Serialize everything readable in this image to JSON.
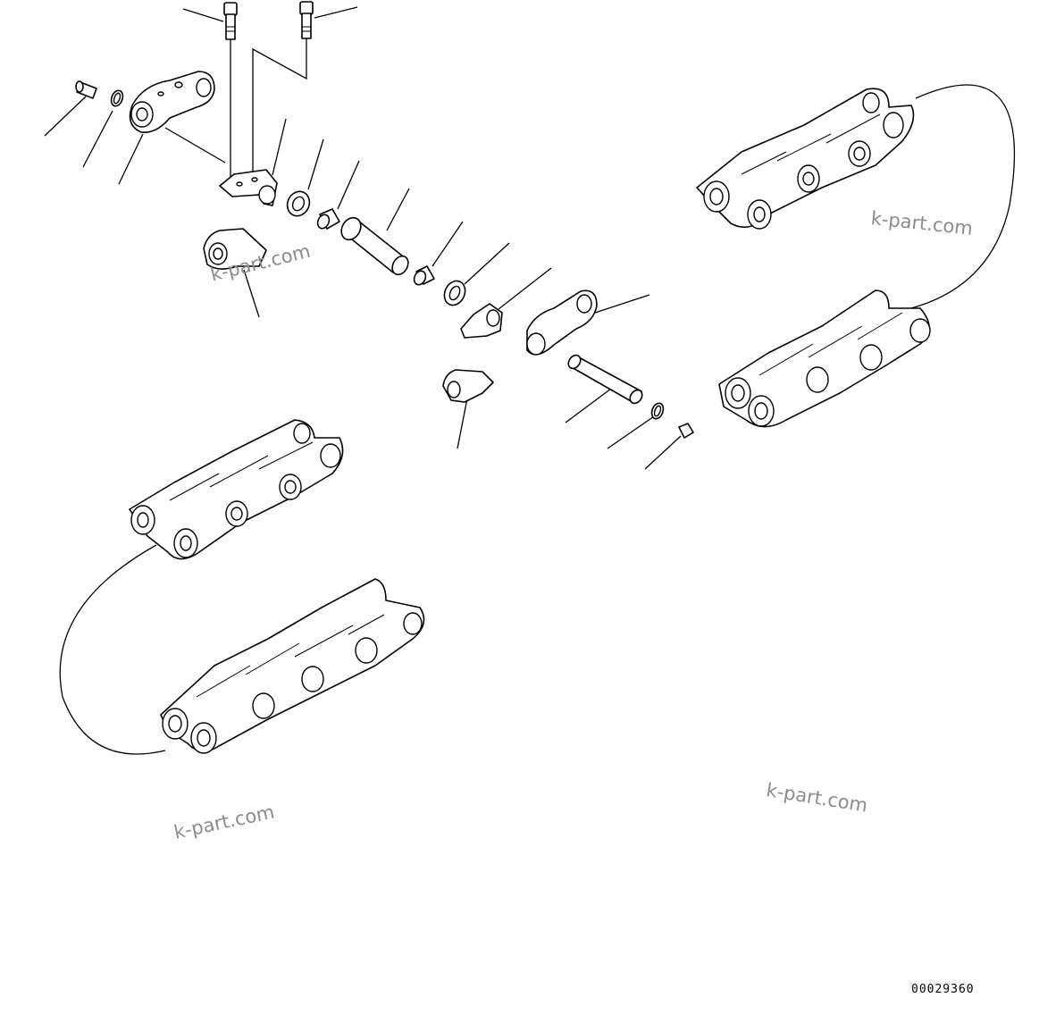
{
  "watermarks": [
    "k-part.com",
    "k-part.com",
    "k-part.com",
    "k-part.com"
  ],
  "figure_number": "00029360",
  "colors": {
    "line": "#000000",
    "background": "#ffffff",
    "watermark": "#8c8c8c"
  }
}
